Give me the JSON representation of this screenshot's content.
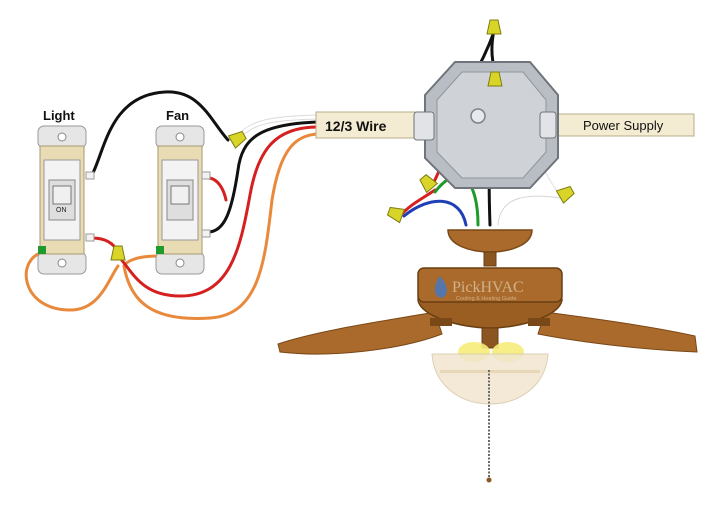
{
  "labels": {
    "light": "Light",
    "fan": "Fan",
    "wire": "12/3  Wire",
    "power": "Power  Supply",
    "switch_on": "ON"
  },
  "logo": {
    "brand": "PickHVAC",
    "tagline": "Cooling & Heating Guide"
  },
  "colors": {
    "black_wire": "#111111",
    "white_wire": "#ffffff",
    "red_wire": "#d62020",
    "orange_wire": "#e8893c",
    "green_wire": "#1f9a2c",
    "blue_wire": "#1f3fb5",
    "wire_nut": "#d8d428",
    "cable_sheath": "#f3ecd2",
    "junction_box": "#b9bec4",
    "fan_wood": "#a96a2c",
    "fan_wood_dark": "#7a4817",
    "light_globe": "#f1e6cf",
    "bulb": "#f6ec7a"
  }
}
